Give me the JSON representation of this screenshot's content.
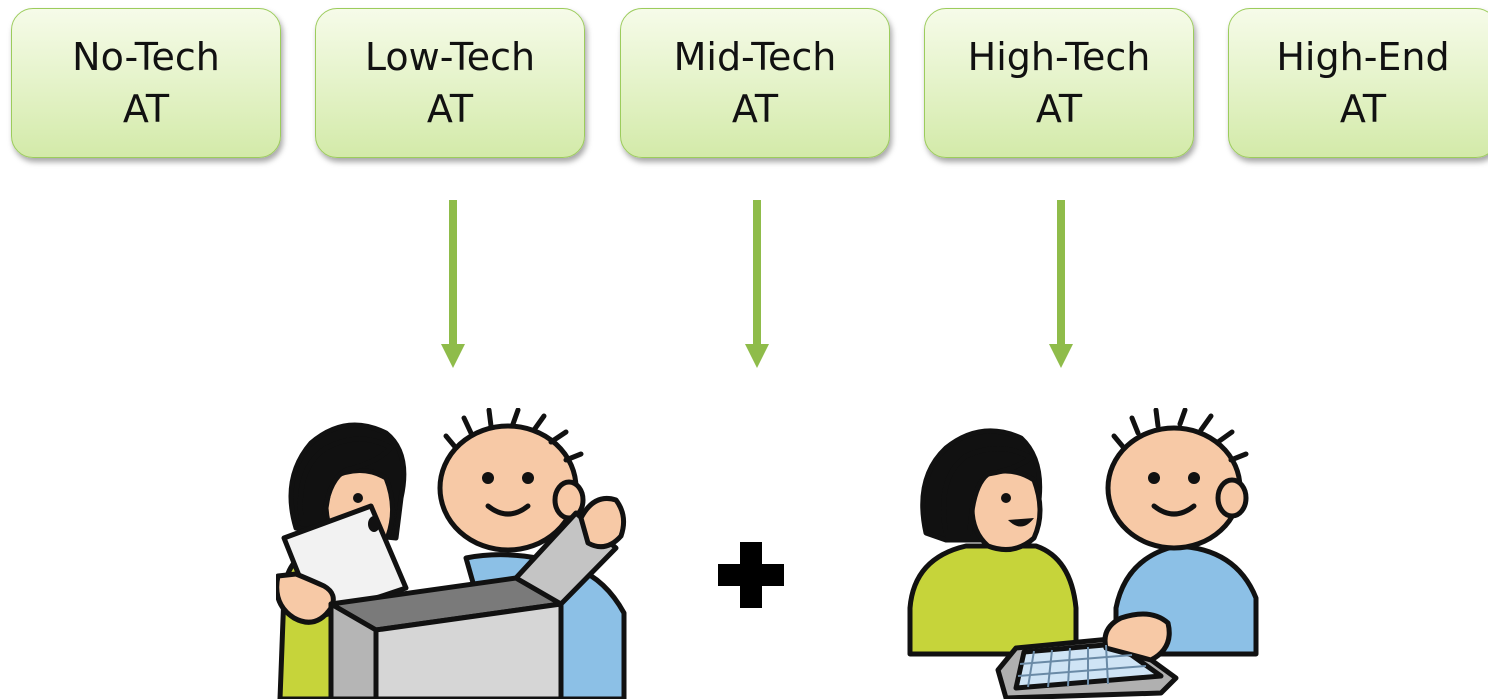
{
  "categories": [
    {
      "line1": "No-Tech",
      "line2": "AT"
    },
    {
      "line1": "Low-Tech",
      "line2": "AT"
    },
    {
      "line1": "Mid-Tech",
      "line2": "AT"
    },
    {
      "line1": "High-Tech",
      "line2": "AT"
    },
    {
      "line1": "High-End",
      "line2": "AT"
    }
  ],
  "colors": {
    "box_border": "#9ccc5c",
    "box_fill": "#e3f2c6",
    "arrow": "#8fbc4a",
    "shirt_green": "#c6d43a",
    "shirt_blue": "#8cc0e6",
    "skin": "#f7c9a6",
    "hair": "#111111"
  },
  "icons": {
    "left": "people-unboxing-icon",
    "plus": "plus-icon",
    "right": "people-tablet-icon"
  }
}
